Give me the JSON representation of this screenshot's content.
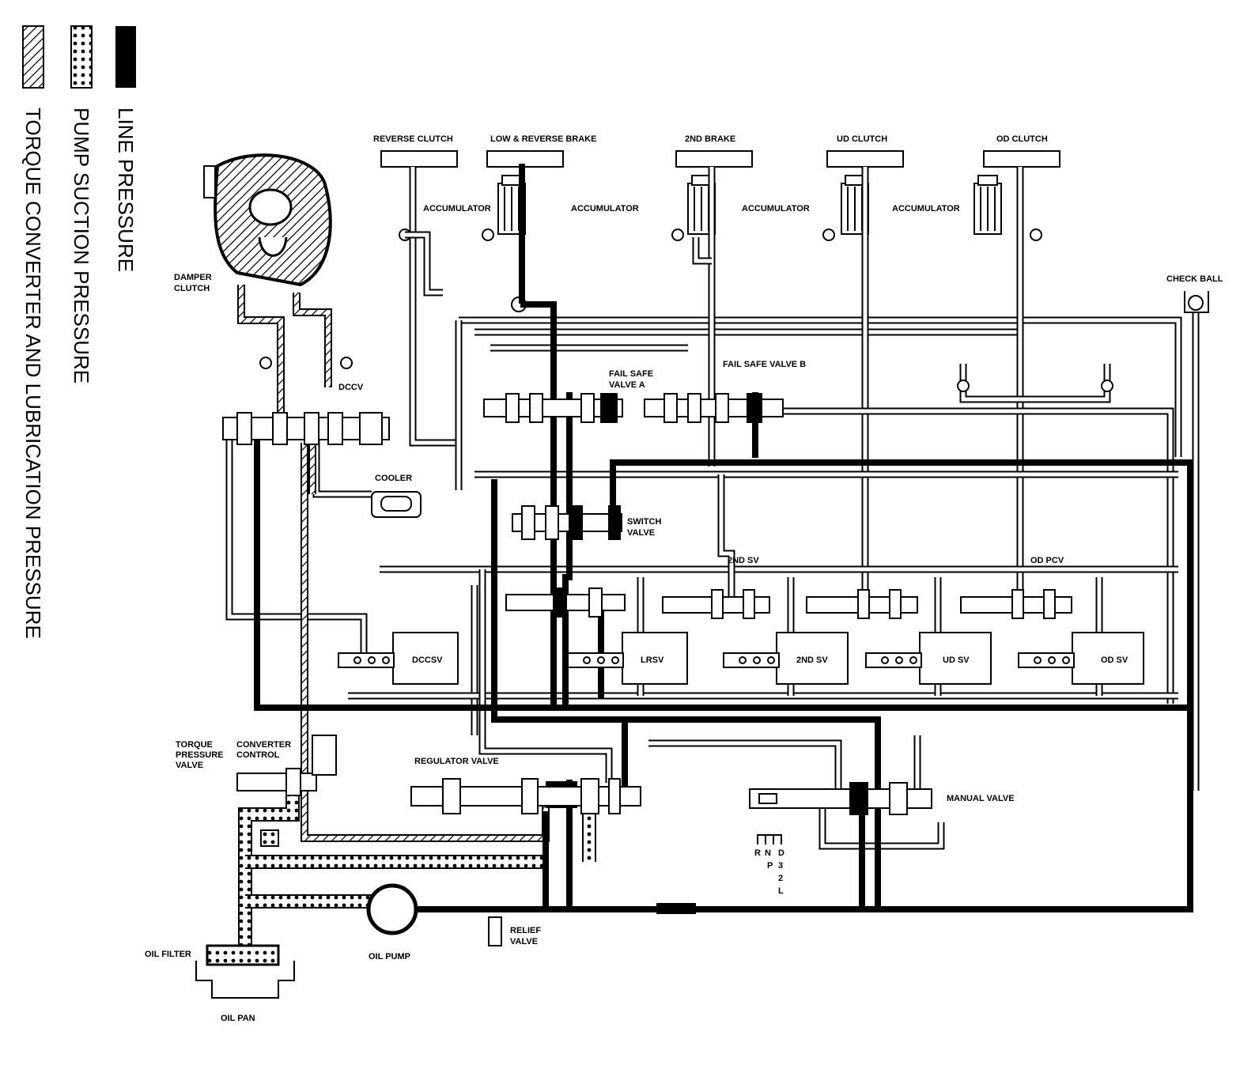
{
  "legend": {
    "line_pressure": "LINE PRESSURE",
    "pump_suction": "PUMP SUCTION PRESSURE",
    "torque_converter": "TORQUE CONVERTER AND LUBRICATION PRESSURE"
  },
  "labels": {
    "reverse_clutch": "REVERSE CLUTCH",
    "low_reverse_brake": "LOW & REVERSE BRAKE",
    "second_brake": "2ND BRAKE",
    "ud_clutch": "UD CLUTCH",
    "od_clutch": "OD CLUTCH",
    "accumulator": "ACCUMULATOR",
    "check_ball": "CHECK BALL",
    "damper_clutch": [
      "DAMPER",
      "CLUTCH"
    ],
    "dccv": "DCCV",
    "fail_safe_a": [
      "FAIL SAFE",
      "VALVE A"
    ],
    "fail_safe_b": "FAIL SAFE VALVE B",
    "cooler": "COOLER",
    "switch_valve": [
      "SWITCH",
      "VALVE"
    ],
    "second_sv_top": "2ND SV",
    "od_pcv": "OD PCV",
    "dccsv": "DCCSV",
    "lrsv": "LRSV",
    "second_sv": "2ND SV",
    "ud_sv": "UD SV",
    "od_sv": "OD SV",
    "torque_pressure_valve": [
      "TORQUE",
      "PRESSURE",
      "VALVE"
    ],
    "converter_control": [
      "CONVERTER",
      "CONTROL"
    ],
    "regulator_valve": "REGULATOR VALVE",
    "manual_valve": "MANUAL VALVE",
    "selector": [
      "R",
      "N",
      "D",
      "P",
      "3",
      "2",
      "L"
    ],
    "oil_filter": "OIL FILTER",
    "oil_pump": "OIL PUMP",
    "relief_valve": [
      "RELIEF",
      "VALVE"
    ],
    "oil_pan": "OIL PAN"
  }
}
